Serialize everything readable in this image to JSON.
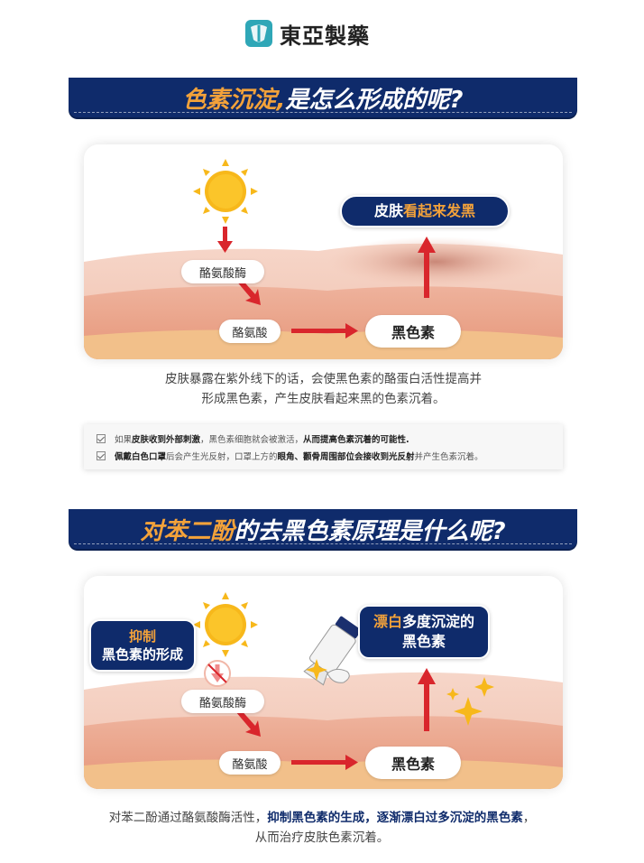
{
  "brand": {
    "name": "東亞製藥"
  },
  "section1": {
    "title_highlight": "色素沉淀,",
    "title_rest": " 是怎么形成的呢?",
    "labels": {
      "enzyme": "酪氨酸酶",
      "tyrosine": "酪氨酸",
      "melanin": "黑色素",
      "result_plain": "皮肤",
      "result_highlight": "看起来发黑"
    },
    "description_line1": "皮肤暴露在紫外线下的话，会使黑色素的酪蛋白活性提高并",
    "description_line2": "形成黑色素，产生皮肤看起来黑的色素沉着。"
  },
  "notes": [
    {
      "p1": "如果",
      "b1": "皮肤收到外部刺激",
      "p2": "，黑色素细胞就会被激活，",
      "b2": "从而提高色素沉着的可能性.",
      "p3": ""
    },
    {
      "p1": "",
      "b1": "佩戴白色口罩",
      "p2": "后会产生光反射，口罩上方的",
      "b2": "眼角、颧骨周围部位会接收到光反射",
      "p3": "并产生色素沉着。"
    }
  ],
  "section2": {
    "title_highlight": "对苯二酚",
    "title_rest": "的去黑色素原理是什么呢?",
    "labels": {
      "inhibit_highlight": "抑制",
      "inhibit_rest": "黑色素的形成",
      "enzyme": "酪氨酸酶",
      "tyrosine": "酪氨酸",
      "melanin": "黑色素",
      "bleach_highlight": "漂白",
      "bleach_rest1": "多度沉淀的",
      "bleach_rest2": "黑色素"
    },
    "description_p1": "对苯二酚通过酪氨酸酶活性，",
    "description_b1": "抑制黑色素的生成，逐渐漂白过多沉淀的黑色素",
    "description_p2": "，",
    "description_line2": "从而治疗皮肤色素沉着。"
  },
  "colors": {
    "navy": "#0f2b6b",
    "orange": "#f3a23a",
    "arrow_red": "#d9262c",
    "sun": "#f7b81b",
    "skin_top": "#f6d2c4",
    "skin_mid": "#eaa58f",
    "skin_bottom": "#f2c08a"
  },
  "icons": [
    "logo-icon",
    "sun-icon",
    "arrow-icon",
    "check-icon",
    "blocked-arrow-icon",
    "cream-tube-icon",
    "sparkle-icon"
  ]
}
